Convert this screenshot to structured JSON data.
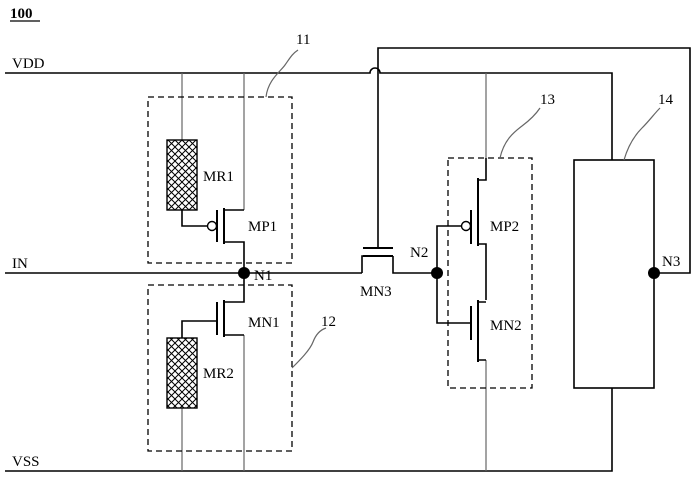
{
  "figure": {
    "number": "100",
    "rails": {
      "vdd": "VDD",
      "vss": "VSS",
      "input": "IN"
    },
    "transistors": {
      "mp1": "MP1",
      "mn1": "MN1",
      "mp2": "MP2",
      "mn2": "MN2",
      "mn3": "MN3"
    },
    "resistors": {
      "mr1": "MR1",
      "mr2": "MR2"
    },
    "nodes": {
      "n1": "N1",
      "n2": "N2",
      "n3": "N3"
    },
    "callouts": {
      "c11": "11",
      "c12": "12",
      "c13": "13",
      "c14": "14"
    }
  }
}
